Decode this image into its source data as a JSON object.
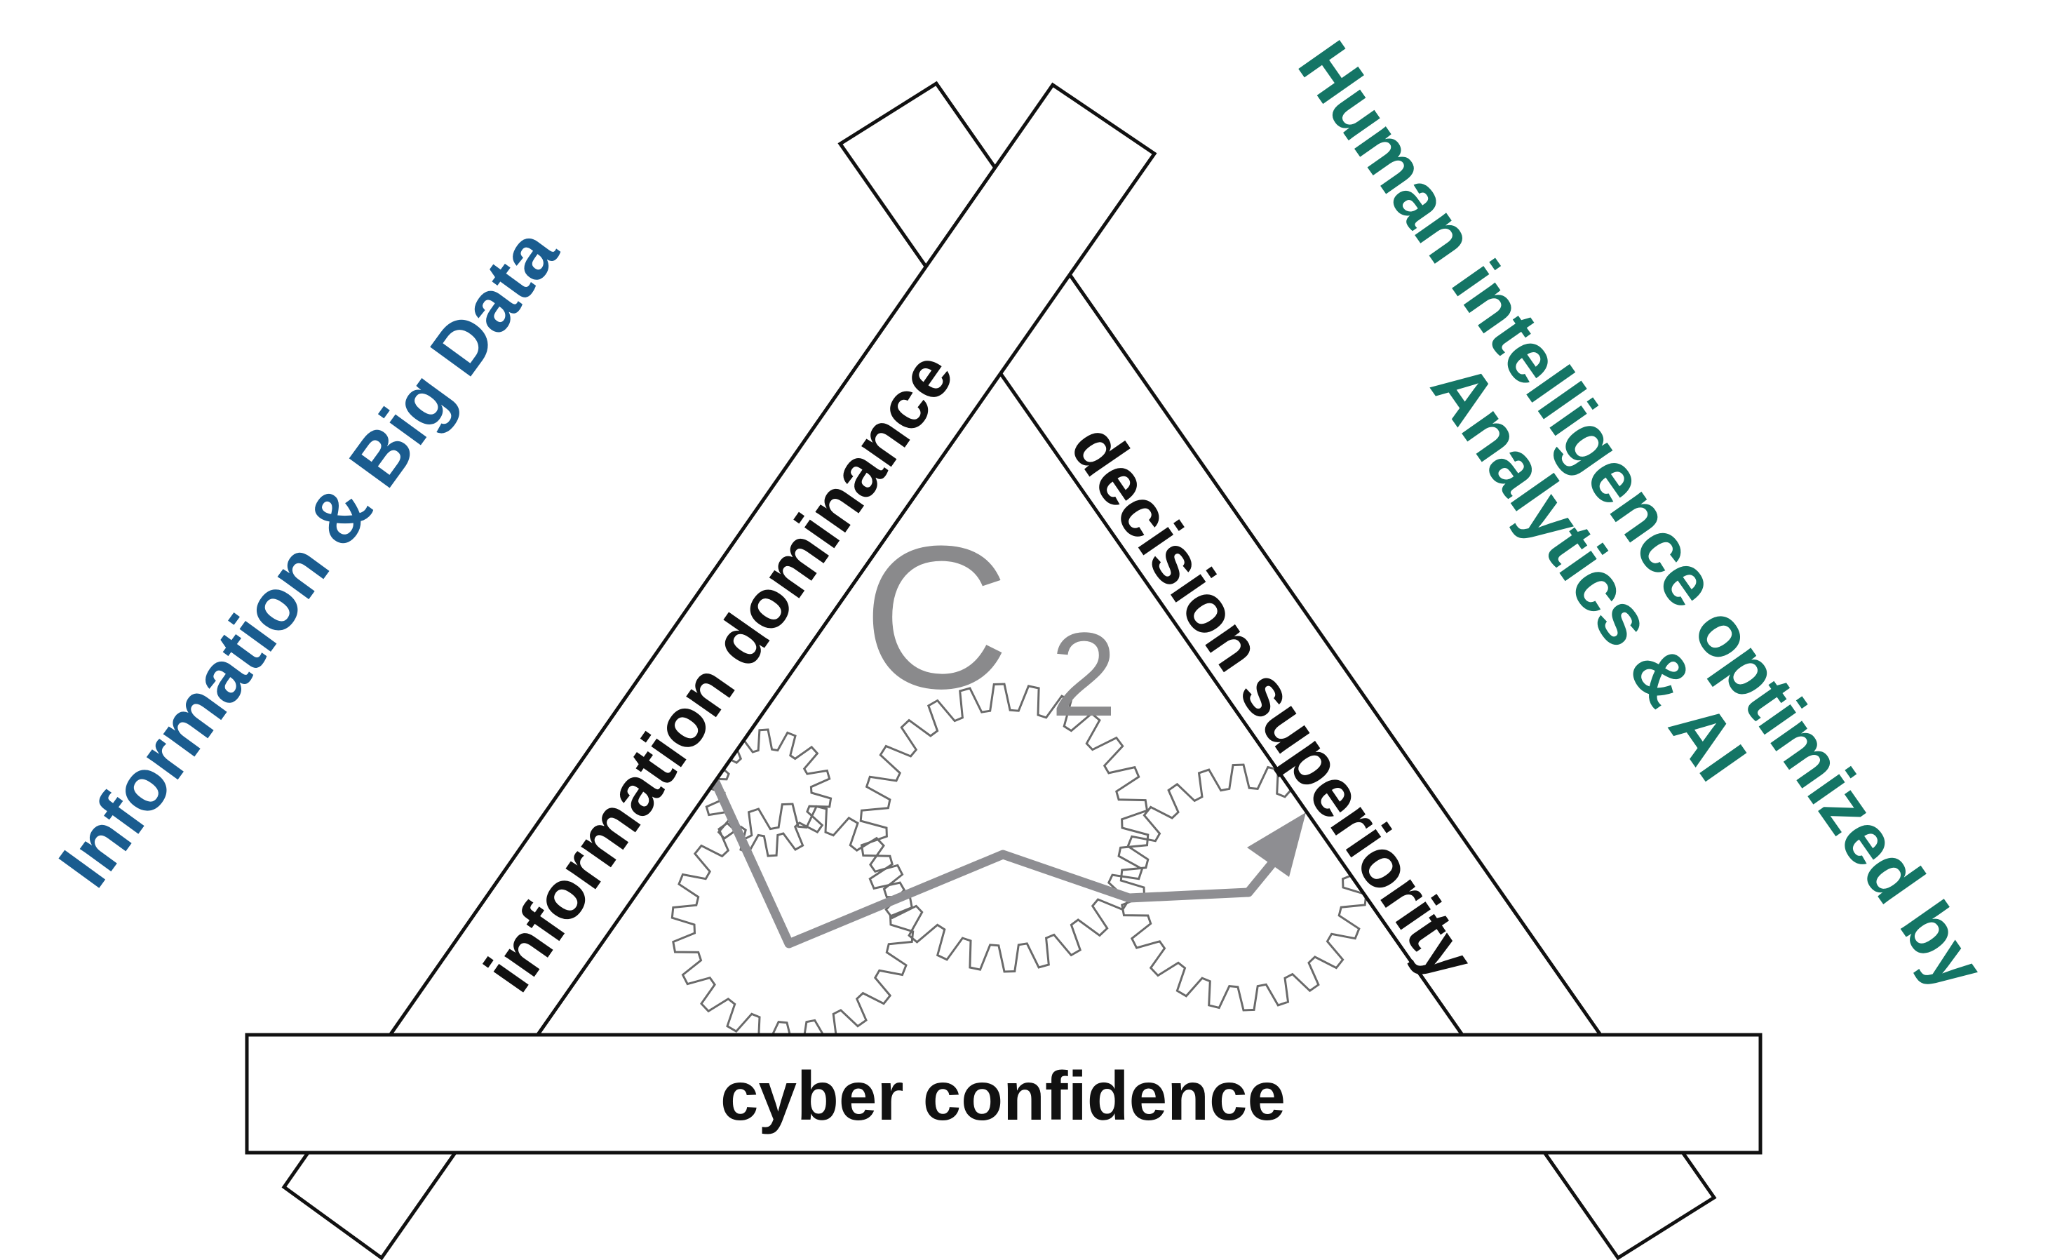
{
  "diagram": {
    "bars": {
      "left": "information dominance",
      "right": "decision superiority",
      "bottom": "cyber confidence"
    },
    "center": {
      "symbol": "C",
      "subscript": "2"
    },
    "side_labels": {
      "left": "Information & Big Data",
      "right_line1": "Human intelligence optimized by",
      "right_line2": "Analytics & AI"
    },
    "colors": {
      "left_label": "#1a5c8f",
      "right_label": "#147565",
      "bar_stroke": "#111111",
      "gear_stroke": "#6a6a6a",
      "arrow": "#8e8e92",
      "c2": "#8a8a8c"
    },
    "icons": [
      "gear-icon",
      "trend-arrow-icon"
    ]
  }
}
